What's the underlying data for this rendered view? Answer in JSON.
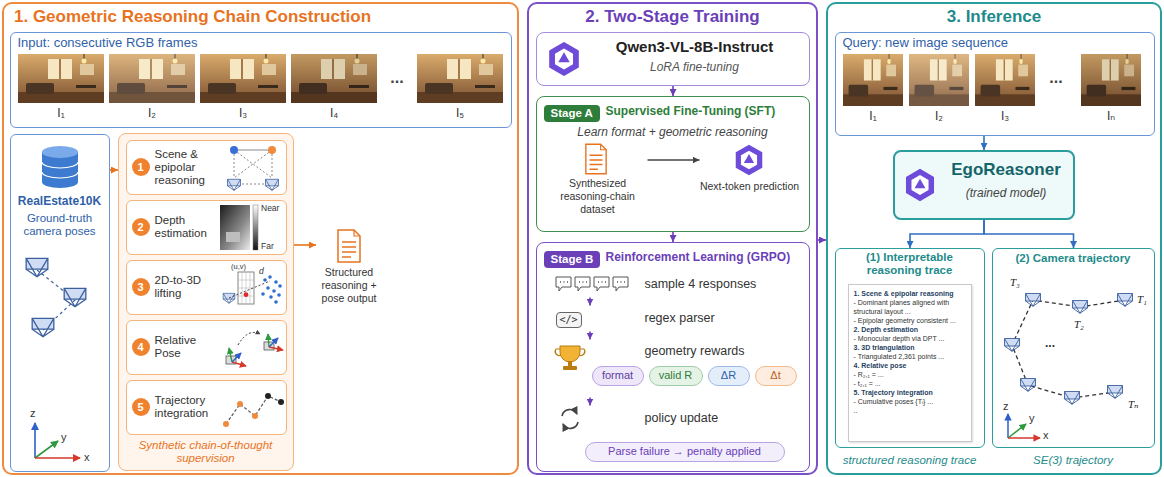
{
  "diagram": {
    "nodes": [
      {
        "text": [
          "1. Geometric Reasoning Chain Construction"
        ]
      },
      {
        "text": [
          "Input: consecutive RGB frames"
        ],
        "in": 0
      },
      {
        "text": [
          "RealEstate10K",
          "Ground-truth camera poses"
        ],
        "in": 0
      },
      {
        "text": [
          "Synthetic chain-of-thought supervision"
        ],
        "in": 0
      },
      {
        "text": [
          "1",
          "Scene & epipolar reasoning"
        ],
        "in": 3
      },
      {
        "text": [
          "2",
          "Depth estimation"
        ],
        "in": 3
      },
      {
        "text": [
          "3",
          "2D-to-3D lifting"
        ],
        "in": 3
      },
      {
        "text": [
          "4",
          "Relative Pose"
        ],
        "in": 3
      },
      {
        "text": [
          "5",
          "Trajectory integration"
        ],
        "in": 3
      },
      {
        "text": [
          "Structured reasoning + pose output"
        ],
        "in": 0
      },
      {
        "text": [
          "2. Two-Stage Training"
        ]
      },
      {
        "text": [
          "Qwen3-VL-8B-Instruct",
          "LoRA fine-tuning"
        ],
        "in": 10
      },
      {
        "text": [
          "Stage A",
          "Supervised Fine-Tuning (SFT)",
          "Learn format + geometric reasoning"
        ],
        "in": 10
      },
      {
        "text": [
          "Synthesized reasoning-chain dataset"
        ],
        "in": 12
      },
      {
        "text": [
          "Next-token prediction"
        ],
        "in": 12
      },
      {
        "text": [
          "Stage B",
          "Reinforcement Learning (GRPO)"
        ],
        "in": 10
      },
      {
        "text": [
          "sample 4 responses"
        ],
        "in": 15
      },
      {
        "text": [
          "</>",
          "regex parser"
        ],
        "in": 15
      },
      {
        "text": [
          "geometry rewards"
        ],
        "in": 15
      },
      {
        "text": [
          "format"
        ],
        "in": 18
      },
      {
        "text": [
          "valid R"
        ],
        "in": 18
      },
      {
        "text": [
          "ΔR"
        ],
        "in": 18
      },
      {
        "text": [
          "Δt"
        ],
        "in": 18
      },
      {
        "text": [
          "policy update"
        ],
        "in": 15
      },
      {
        "text": [
          "Parse failure → penalty applied"
        ],
        "in": 15
      },
      {
        "text": [
          "3. Inference"
        ]
      },
      {
        "text": [
          "Query: new image sequence"
        ],
        "in": 25
      },
      {
        "text": [
          "EgoReasoner",
          "(trained model)"
        ],
        "in": 25
      },
      {
        "text": [
          "(1) Interpretable reasoning trace",
          "structured reasoning trace"
        ],
        "in": 25
      },
      {
        "text": [
          "1. Scene & epipolar reasoning",
          "- Dominant planes aligned with structural layout ...",
          "- Epipolar geometry consistent ...",
          "2. Depth estimation",
          "- Monocular depth via DPT ...",
          "3. 3D triangulation",
          "- Triangulated 2,361 points ...",
          "4. Relative pose",
          "- R₂,₁ = ...",
          "- t₂,₁ = ...",
          "5. Trajectory integration",
          "- Cumulative poses {Tᵢ} ...",
          ".."
        ],
        "in": 28
      },
      {
        "text": [
          "(2) Camera trajectory",
          "SE(3) trajectory"
        ],
        "in": 25
      }
    ],
    "edges": [
      {
        "from": 2,
        "to": 3,
        "arrow": "to"
      },
      {
        "from": 3,
        "to": 9,
        "arrow": "to"
      },
      {
        "from": 11,
        "to": 12,
        "arrow": "to"
      },
      {
        "from": 12,
        "to": 15,
        "arrow": "to"
      },
      {
        "from": 13,
        "to": 14,
        "arrow": "to"
      },
      {
        "from": 16,
        "to": 17,
        "arrow": "to"
      },
      {
        "from": 17,
        "to": 18,
        "arrow": "to"
      },
      {
        "from": 18,
        "to": 23,
        "arrow": "to"
      },
      {
        "from": 10,
        "to": 25,
        "arrow": "to"
      },
      {
        "from": 26,
        "to": 27,
        "arrow": "to"
      },
      {
        "from": 27,
        "to": 28,
        "arrow": "to"
      },
      {
        "from": 27,
        "to": 30,
        "arrow": "to"
      }
    ],
    "labels": [
      "I₁",
      "I₂",
      "I₃",
      "I₄",
      "...",
      "I₅",
      "z",
      "y",
      "x",
      "Near",
      "Far",
      "(u,v)",
      "d",
      "I₁",
      "I₂",
      "I₃",
      "...",
      "Iₙ",
      "T₃",
      "T₂",
      "T₁",
      "...",
      "Tₙ",
      "z",
      "y",
      "x"
    ]
  }
}
